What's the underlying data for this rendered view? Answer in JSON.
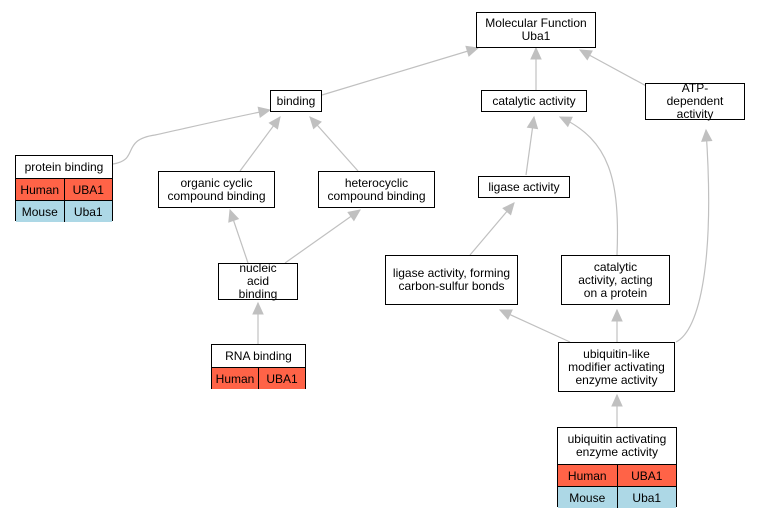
{
  "colors": {
    "edge": "#c0c0c0",
    "human": "#ff6347",
    "mouse": "#add8e6"
  },
  "nodes": {
    "molecular_function": {
      "line1": "Molecular Function",
      "line2": "Uba1"
    },
    "binding": "binding",
    "catalytic_activity": "catalytic activity",
    "atp_dependent": "ATP-dependent activity",
    "organic_cyclic": "organic cyclic compound binding",
    "heterocyclic": "heterocyclic compound binding",
    "ligase_activity": "ligase activity",
    "nucleic_acid": "nucleic acid binding",
    "ligase_cs": "ligase activity, forming carbon-sulfur bonds",
    "catalytic_protein": "catalytic activity, acting on a protein",
    "ubl_activating": "ubiquitin-like modifier activating enzyme activity"
  },
  "tables": {
    "protein_binding": {
      "title": "protein binding",
      "rows": [
        {
          "species": "Human",
          "gene": "UBA1"
        },
        {
          "species": "Mouse",
          "gene": "Uba1"
        }
      ]
    },
    "rna_binding": {
      "title": "RNA binding",
      "rows": [
        {
          "species": "Human",
          "gene": "UBA1"
        }
      ]
    },
    "ubiquitin_activating": {
      "title": "ubiquitin activating enzyme activity",
      "rows": [
        {
          "species": "Human",
          "gene": "UBA1"
        },
        {
          "species": "Mouse",
          "gene": "Uba1"
        }
      ]
    }
  }
}
